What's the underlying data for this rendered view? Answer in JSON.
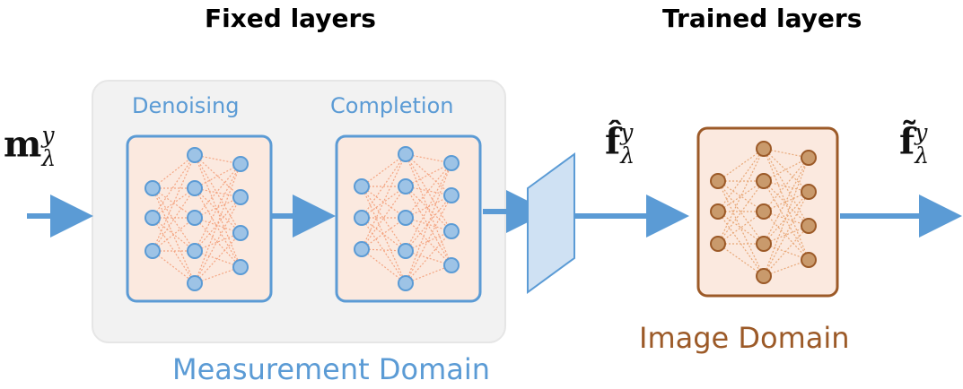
{
  "headings": {
    "fixed": "Fixed layers",
    "trained": "Trained layers"
  },
  "modules": {
    "denoising": "Denoising",
    "completion": "Completion"
  },
  "domains": {
    "measurement": "Measurement Domain",
    "image": "Image Domain"
  },
  "symbols": {
    "input": {
      "base": "m",
      "sup": "y",
      "sub": "λ"
    },
    "intermediate": {
      "base": "f̂",
      "sup": "y",
      "sub": "λ"
    },
    "output": {
      "base": "f̃",
      "sup": "y",
      "sub": "λ"
    }
  },
  "colors": {
    "blue": "#5b9bd5",
    "brown": "#9c5a28",
    "node_blue": "#9dc3e6",
    "node_brown": "#c99a6c",
    "box_fill": "#fbe9df",
    "panel": "#f2f2f2"
  }
}
